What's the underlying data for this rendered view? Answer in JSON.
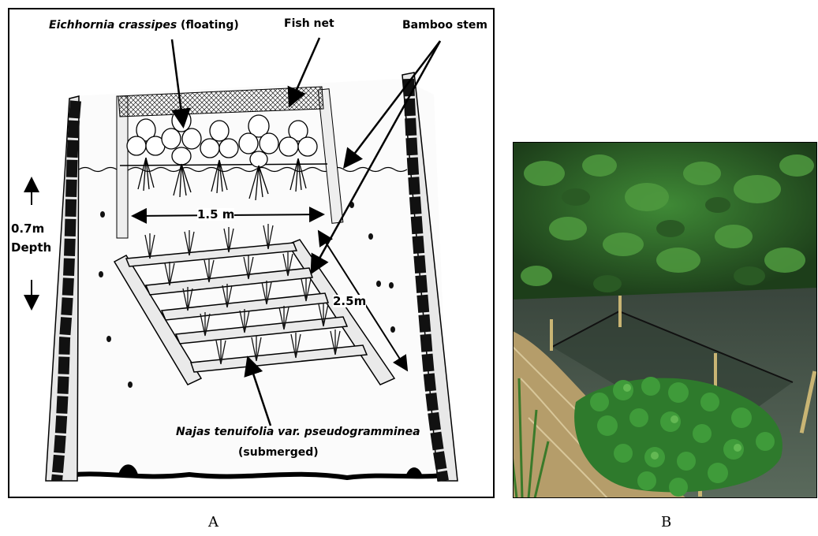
{
  "panel_a": {
    "labels": {
      "eichhornia_name": "Eichhornia crassipes",
      "eichhornia_suffix": " (floating)",
      "fish_net": "Fish net",
      "bamboo_stem": "Bamboo stem",
      "width": "1.5 m",
      "length": "2.5m",
      "depth_value": "0.7m",
      "depth_word": "Depth",
      "najas_name": "Najas tenuifolia var. pseudogramminea",
      "najas_suffix": "(submerged)"
    },
    "caption": "A"
  },
  "panel_b": {
    "caption": "B"
  },
  "colors": {
    "ink": "#111111",
    "water": "#4a5a4a",
    "foliage": "#2f6b2a",
    "straw": "#b59d6a"
  }
}
